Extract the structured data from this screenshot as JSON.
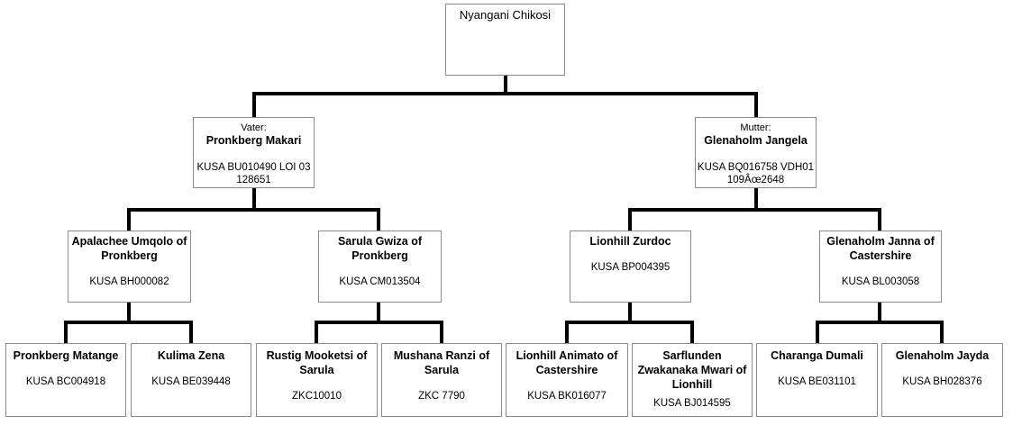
{
  "root": {
    "name": "Nyangani Chikosi"
  },
  "sire": {
    "role": "Vater:",
    "name": "Pronkberg Makari",
    "reg": "KUSA BU010490 LOI 03 128651"
  },
  "dam": {
    "role": "Mutter:",
    "name": "Glenaholm Jangela",
    "reg": "KUSA BQ016758 VDH01 109Âœ2648"
  },
  "grandparents": [
    {
      "name": "Apalachee Umqolo of Pronkberg",
      "reg": "KUSA BH000082"
    },
    {
      "name": "Sarula Gwiza of Pronkberg",
      "reg": "KUSA CM013504"
    },
    {
      "name": "Lionhill Zurdoc",
      "reg": "KUSA BP004395"
    },
    {
      "name": "Glenaholm Janna of Castershire",
      "reg": "KUSA BL003058"
    }
  ],
  "great_grandparents": [
    {
      "name": "Pronkberg Matange",
      "reg": "KUSA BC004918"
    },
    {
      "name": "Kulima Zena",
      "reg": "KUSA BE039448"
    },
    {
      "name": "Rustig Mooketsi of Sarula",
      "reg": "ZKC10010"
    },
    {
      "name": "Mushana Ranzi of Sarula",
      "reg": "ZKC 7790"
    },
    {
      "name": "Lionhill Animato of Castershire",
      "reg": "KUSA BK016077"
    },
    {
      "name": "Sarflunden Zwakanaka Mwari of Lionhill",
      "reg": "KUSA BJ014595"
    },
    {
      "name": "Charanga Dumali",
      "reg": "KUSA BE031101"
    },
    {
      "name": "Glenaholm Jayda",
      "reg": "KUSA BH028376"
    }
  ]
}
